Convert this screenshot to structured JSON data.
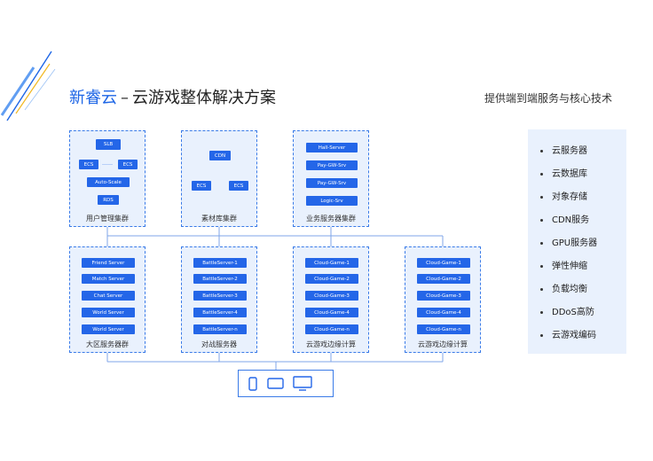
{
  "header": {
    "brand": "新睿云",
    "separator": "–",
    "title": "云游戏整体解决方案",
    "subtitle": "提供端到端服务与核心技术"
  },
  "clusters": {
    "user_mgmt": {
      "label": "用户管理集群",
      "nodes": {
        "slb": "SLB",
        "ecs_left": "ECS",
        "ellipsis": "……",
        "ecs_right": "ECS",
        "autoscale": "Auto-Scale",
        "rds": "RDS"
      }
    },
    "asset": {
      "label": "素材库集群",
      "nodes": {
        "cdn": "CDN",
        "ecs_left": "ECS",
        "ecs_right": "ECS"
      }
    },
    "business": {
      "label": "业务服务器集群",
      "nodes": [
        "Hall-Server",
        "Pay-GW-Srv",
        "Pay-GW-Srv",
        "Logic-Srv"
      ]
    },
    "region": {
      "label": "大区服务器群",
      "nodes": [
        "Friend Server",
        "Match Server",
        "Chat Server",
        "World Server",
        "World Server"
      ]
    },
    "battle": {
      "label": "对战服务器",
      "nodes": [
        "BattleServer-1",
        "BattleServer-2",
        "BattleServer-3",
        "BattleServer-4",
        "BattleServer-n"
      ]
    },
    "edge1": {
      "label": "云游戏边缘计算",
      "nodes": [
        "Cloud-Game-1",
        "Cloud-Game-2",
        "Cloud-Game-3",
        "Cloud-Game-4",
        "Cloud-Game-n"
      ]
    },
    "edge2": {
      "label": "云游戏边缘计算",
      "nodes": [
        "Cloud-Game-1",
        "Cloud-Game-2",
        "Cloud-Game-3",
        "Cloud-Game-4",
        "Cloud-Game-n"
      ]
    }
  },
  "services": [
    "云服务器",
    "云数据库",
    "对象存储",
    "CDN服务",
    "GPU服务器",
    "弹性伸缩",
    "负载均衡",
    "DDoS高防",
    "云游戏编码"
  ],
  "devices": [
    "phone-icon",
    "tablet-icon",
    "monitor-icon"
  ],
  "colors": {
    "accent": "#1e66e6",
    "node": "#2466e8",
    "panel": "#e9f1fd",
    "line": "#7fa6e8"
  }
}
